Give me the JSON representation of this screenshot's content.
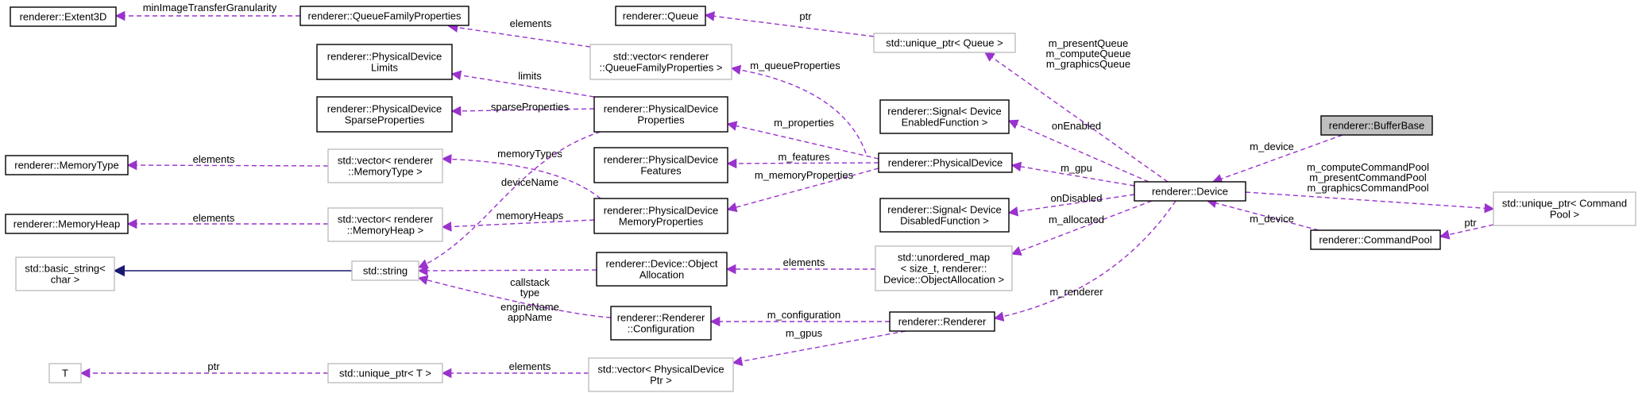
{
  "nodes": [
    {
      "id": "extent3d",
      "lines": [
        "renderer::Extent3D"
      ],
      "style": "solid"
    },
    {
      "id": "qfp",
      "lines": [
        "renderer::QueueFamilyProperties"
      ],
      "style": "solid"
    },
    {
      "id": "queue",
      "lines": [
        "renderer::Queue"
      ],
      "style": "solid"
    },
    {
      "id": "uptrQueue",
      "lines": [
        "std::unique_ptr< Queue >"
      ],
      "style": "light"
    },
    {
      "id": "vecQfp",
      "lines": [
        "std::vector< renderer",
        "::QueueFamilyProperties >"
      ],
      "style": "light"
    },
    {
      "id": "pdLimits",
      "lines": [
        "renderer::PhysicalDevice",
        "Limits"
      ],
      "style": "solid"
    },
    {
      "id": "pdSparse",
      "lines": [
        "renderer::PhysicalDevice",
        "SparseProperties"
      ],
      "style": "solid"
    },
    {
      "id": "pdProps",
      "lines": [
        "renderer::PhysicalDevice",
        "Properties"
      ],
      "style": "solid"
    },
    {
      "id": "signalEnabled",
      "lines": [
        "renderer::Signal< Device",
        "EnabledFunction >"
      ],
      "style": "solid"
    },
    {
      "id": "bufferBase",
      "lines": [
        "renderer::BufferBase"
      ],
      "style": "focus"
    },
    {
      "id": "memType",
      "lines": [
        "renderer::MemoryType"
      ],
      "style": "solid"
    },
    {
      "id": "vecMemType",
      "lines": [
        "std::vector< renderer",
        "::MemoryType >"
      ],
      "style": "light"
    },
    {
      "id": "pdFeatures",
      "lines": [
        "renderer::PhysicalDevice",
        "Features"
      ],
      "style": "solid"
    },
    {
      "id": "physDev",
      "lines": [
        "renderer::PhysicalDevice"
      ],
      "style": "solid"
    },
    {
      "id": "device",
      "lines": [
        "renderer::Device"
      ],
      "style": "solid"
    },
    {
      "id": "uptrCmdPool",
      "lines": [
        "std::unique_ptr< Command",
        "Pool >"
      ],
      "style": "light"
    },
    {
      "id": "memHeap",
      "lines": [
        "renderer::MemoryHeap"
      ],
      "style": "solid"
    },
    {
      "id": "vecMemHeap",
      "lines": [
        "std::vector< renderer",
        "::MemoryHeap >"
      ],
      "style": "light"
    },
    {
      "id": "pdMemProps",
      "lines": [
        "renderer::PhysicalDevice",
        "MemoryProperties"
      ],
      "style": "solid"
    },
    {
      "id": "signalDisabled",
      "lines": [
        "renderer::Signal< Device",
        "DisabledFunction >"
      ],
      "style": "solid"
    },
    {
      "id": "cmdPool",
      "lines": [
        "renderer::CommandPool"
      ],
      "style": "solid"
    },
    {
      "id": "basicString",
      "lines": [
        "std::basic_string<",
        "char >"
      ],
      "style": "light"
    },
    {
      "id": "stdString",
      "lines": [
        "std::string"
      ],
      "style": "light"
    },
    {
      "id": "objAlloc",
      "lines": [
        "renderer::Device::Object",
        "Allocation"
      ],
      "style": "solid"
    },
    {
      "id": "umap",
      "lines": [
        "std::unordered_map",
        "< size_t, renderer::",
        "Device::ObjectAllocation >"
      ],
      "style": "light"
    },
    {
      "id": "rendererConf",
      "lines": [
        "renderer::Renderer",
        "::Configuration"
      ],
      "style": "solid"
    },
    {
      "id": "renderer",
      "lines": [
        "renderer::Renderer"
      ],
      "style": "solid"
    },
    {
      "id": "T",
      "lines": [
        "T"
      ],
      "style": "light"
    },
    {
      "id": "uptrT",
      "lines": [
        "std::unique_ptr< T >"
      ],
      "style": "light"
    },
    {
      "id": "vecPdPtr",
      "lines": [
        "std::vector< PhysicalDevice",
        "Ptr >"
      ],
      "style": "light"
    }
  ],
  "edges": [
    {
      "from": "qfp",
      "to": "extent3d",
      "labels": [
        "minImageTransferGranularity"
      ],
      "style": "dashed"
    },
    {
      "from": "vecQfp",
      "to": "qfp",
      "labels": [
        "elements"
      ],
      "style": "dashed"
    },
    {
      "from": "uptrQueue",
      "to": "queue",
      "labels": [
        "ptr"
      ],
      "style": "dashed"
    },
    {
      "from": "device",
      "to": "uptrQueue",
      "labels": [
        "m_presentQueue",
        "m_computeQueue",
        "m_graphicsQueue"
      ],
      "style": "dashed"
    },
    {
      "from": "pdProps",
      "to": "pdLimits",
      "labels": [
        "limits"
      ],
      "style": "dashed"
    },
    {
      "from": "pdProps",
      "to": "pdSparse",
      "labels": [
        "sparseProperties"
      ],
      "style": "dashed"
    },
    {
      "from": "physDev",
      "to": "vecQfp",
      "labels": [
        "m_queueProperties"
      ],
      "style": "dashed"
    },
    {
      "from": "physDev",
      "to": "pdProps",
      "labels": [
        "m_properties"
      ],
      "style": "dashed"
    },
    {
      "from": "physDev",
      "to": "pdFeatures",
      "labels": [
        "m_features"
      ],
      "style": "dashed"
    },
    {
      "from": "physDev",
      "to": "pdMemProps",
      "labels": [
        "m_memoryProperties"
      ],
      "style": "dashed"
    },
    {
      "from": "device",
      "to": "signalEnabled",
      "labels": [
        "onEnabled"
      ],
      "style": "dashed"
    },
    {
      "from": "bufferBase",
      "to": "device",
      "labels": [
        "m_device"
      ],
      "style": "dashed"
    },
    {
      "from": "vecMemType",
      "to": "memType",
      "labels": [
        "elements"
      ],
      "style": "dashed"
    },
    {
      "from": "pdMemProps",
      "to": "vecMemType",
      "labels": [
        "memoryTypes"
      ],
      "style": "dashed"
    },
    {
      "from": "device",
      "to": "physDev",
      "labels": [
        "m_gpu"
      ],
      "style": "dashed"
    },
    {
      "from": "device",
      "to": "uptrCmdPool",
      "labels": [
        "m_computeCommandPool",
        "m_presentCommandPool",
        "m_graphicsCommandPool"
      ],
      "style": "dashed"
    },
    {
      "from": "cmdPool",
      "to": "device",
      "labels": [
        "m_device"
      ],
      "style": "dashed"
    },
    {
      "from": "uptrCmdPool",
      "to": "cmdPool",
      "labels": [
        "ptr"
      ],
      "style": "dashed"
    },
    {
      "from": "vecMemHeap",
      "to": "memHeap",
      "labels": [
        "elements"
      ],
      "style": "dashed"
    },
    {
      "from": "pdMemProps",
      "to": "vecMemHeap",
      "labels": [
        "memoryHeaps"
      ],
      "style": "dashed"
    },
    {
      "from": "device",
      "to": "signalDisabled",
      "labels": [
        "onDisabled"
      ],
      "style": "dashed"
    },
    {
      "from": "device",
      "to": "umap",
      "labels": [
        "m_allocated"
      ],
      "style": "dashed"
    },
    {
      "from": "pdProps",
      "to": "stdString",
      "labels": [
        "deviceName"
      ],
      "style": "dashed"
    },
    {
      "from": "stdString",
      "to": "basicString",
      "labels": [],
      "style": "solid"
    },
    {
      "from": "objAlloc",
      "to": "stdString",
      "labels": [
        "callstack",
        "type"
      ],
      "style": "dashed"
    },
    {
      "from": "rendererConf",
      "to": "stdString",
      "labels": [
        "engineName",
        "appName"
      ],
      "style": "dashed"
    },
    {
      "from": "umap",
      "to": "objAlloc",
      "labels": [
        "elements"
      ],
      "style": "dashed"
    },
    {
      "from": "device",
      "to": "renderer",
      "labels": [
        "m_renderer"
      ],
      "style": "dashed"
    },
    {
      "from": "renderer",
      "to": "rendererConf",
      "labels": [
        "m_configuration"
      ],
      "style": "dashed"
    },
    {
      "from": "renderer",
      "to": "vecPdPtr",
      "labels": [
        "m_gpus"
      ],
      "style": "dashed"
    },
    {
      "from": "uptrT",
      "to": "T",
      "labels": [
        "ptr"
      ],
      "style": "dashed"
    },
    {
      "from": "vecPdPtr",
      "to": "uptrT",
      "labels": [
        "elements"
      ],
      "style": "dashed"
    }
  ]
}
